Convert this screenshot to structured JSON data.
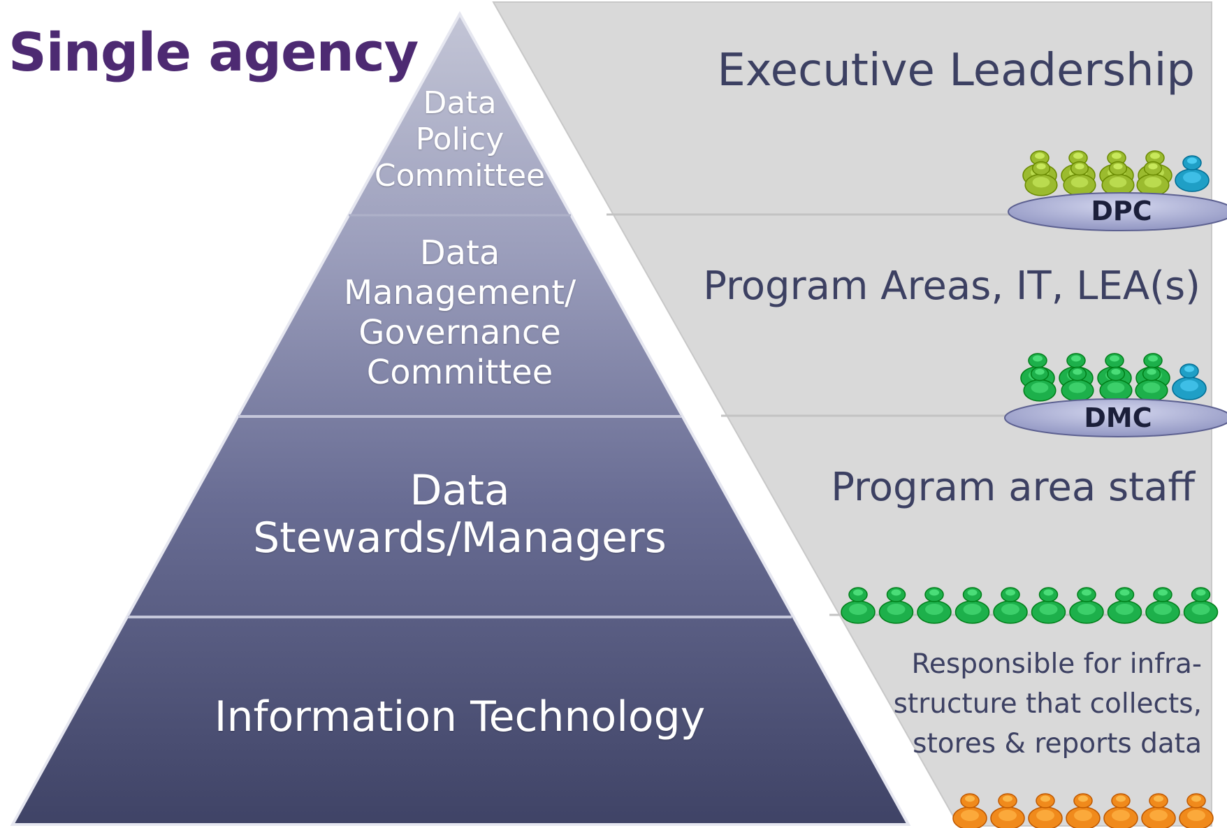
{
  "title": "Single agency",
  "pyramid": {
    "tiers": [
      {
        "id": "dpc-tier",
        "label": "Data\nPolicy\nCommittee"
      },
      {
        "id": "dmc-tier",
        "label": "Data\nManagement/\nGovernance\nCommittee"
      },
      {
        "id": "stewards-tier",
        "label": "Data\nStewards/Managers"
      },
      {
        "id": "it-tier",
        "label": "Information Technology"
      }
    ]
  },
  "roles": {
    "exec": "Executive Leadership",
    "program": "Program Areas, IT, LEA(s)",
    "staff": "Program area staff",
    "it_note": "Responsible for infra-\nstructure that collects,\nstores & reports data"
  },
  "badges": {
    "dpc": "DPC",
    "dmc": "DMC"
  },
  "colors": {
    "title": "#4d2a72",
    "side_text": "#3c4062",
    "panel": "#d9d9d9",
    "pyramid_top": "#b4b6cc",
    "pyramid_bottom": "#434769",
    "people_lime": "#9bbb2f",
    "people_teal": "#1f9fc6",
    "people_green": "#1db04b",
    "people_orange": "#f08a1c",
    "badge": "#a7abd0"
  }
}
